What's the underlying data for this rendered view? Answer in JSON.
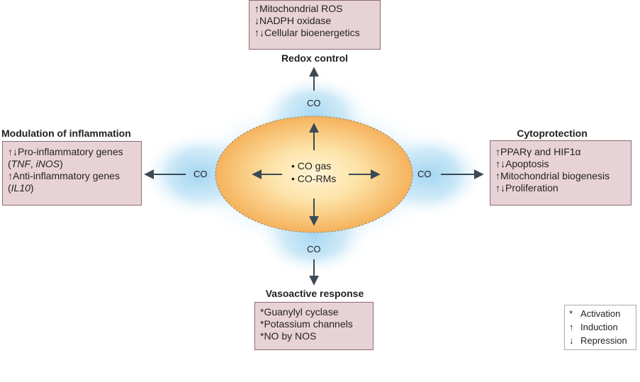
{
  "center": {
    "items": [
      "CO gas",
      "CO-RMs"
    ]
  },
  "co_labels": {
    "top": "CO",
    "left": "CO",
    "right": "CO",
    "bottom": "CO"
  },
  "redox": {
    "heading": "Redox control",
    "lines": [
      "↑Mitochondrial ROS",
      "↓NADPH oxidase",
      "↑↓Cellular bioenergetics"
    ]
  },
  "inflammation": {
    "heading": "Modulation of inflammation",
    "line1_prefix": "↑↓Pro-inflammatory genes (",
    "line1_gene_a": "TNF",
    "line1_sep": ", ",
    "line1_gene_b": "iNOS",
    "line1_suffix": ")",
    "line2_prefix": "↑Anti-inflammatory genes (",
    "line2_gene": "IL10",
    "line2_suffix": ")"
  },
  "cytoprotection": {
    "heading": "Cytoprotection",
    "lines": [
      "↑PPARγ and HIF1α",
      "↑↓Apoptosis",
      "↑Mitochondrial biogenesis",
      "↑↓Proliferation"
    ]
  },
  "vasoactive": {
    "heading": "Vasoactive response",
    "lines": [
      "*Guanylyl cyclase",
      "*Potassium channels",
      "*NO by NOS"
    ]
  },
  "legend": {
    "items": [
      {
        "symbol": "*",
        "label": "Activation"
      },
      {
        "symbol": "↑",
        "label": "Induction"
      },
      {
        "symbol": "↓",
        "label": "Repression"
      }
    ]
  },
  "colors": {
    "ellipse_fill_center": "#fde9b6",
    "ellipse_fill_edge": "#f6b561",
    "glow": "#9dd3ef",
    "box_fill": "#e7d3d6",
    "box_border": "#8c6a70",
    "arrow": "#3c4a55"
  }
}
